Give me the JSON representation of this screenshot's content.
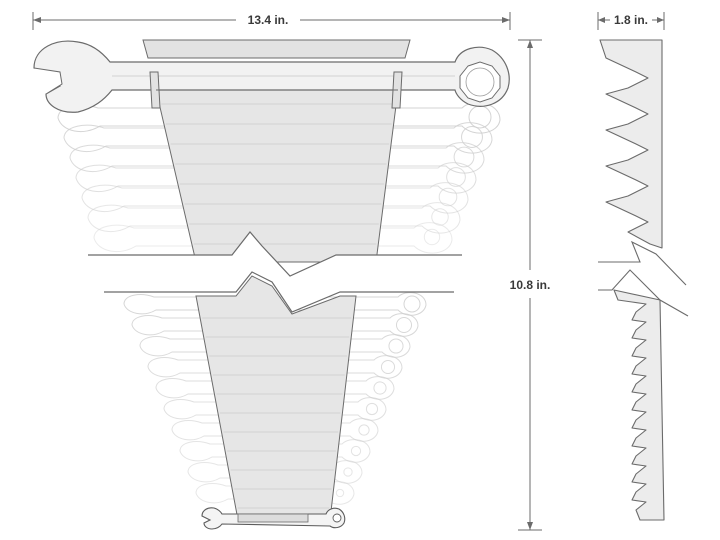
{
  "dimensions": {
    "width": "13.4 in.",
    "height": "10.8 in.",
    "depth": "1.8 in."
  },
  "colors": {
    "line": "#6b6b6b",
    "rack_fill": "#e4e4e4",
    "wrench_fill": "#efefef",
    "faint": "#c9c9c9"
  },
  "views": [
    "front-view",
    "side-view"
  ]
}
